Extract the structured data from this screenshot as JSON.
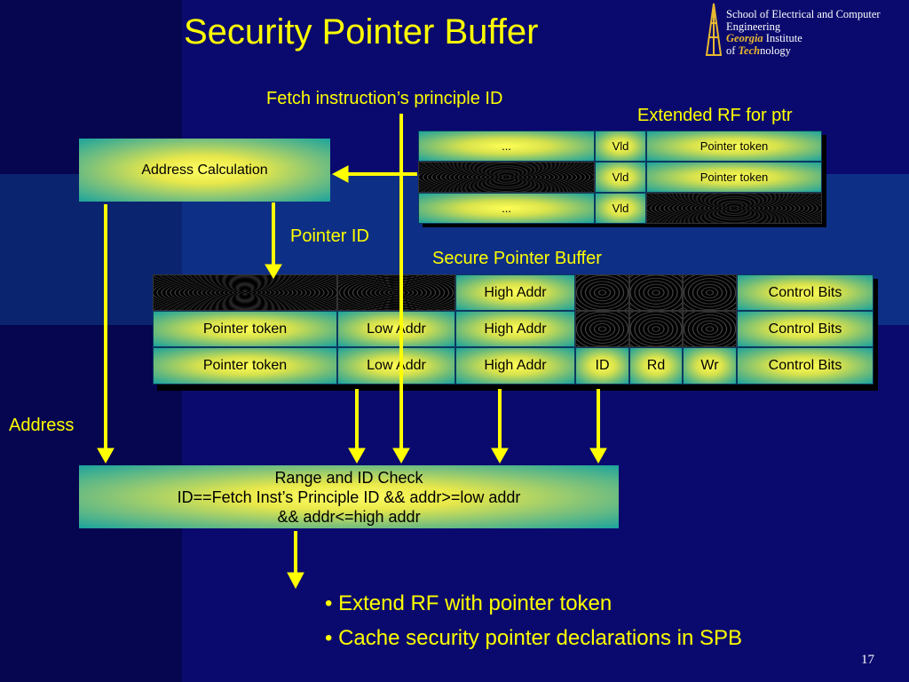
{
  "slide": {
    "title": "Security Pointer Buffer",
    "page_number": "17"
  },
  "logo": {
    "line1": "School of Electrical and Computer",
    "line2": "Engineering",
    "georgia": "Georgia",
    "institute": " Institute",
    "of": "of ",
    "tech": "Tech",
    "nology": "nology"
  },
  "labels": {
    "fetch": "Fetch instruction’s principle ID",
    "extended_rf": "Extended RF for ptr",
    "pointer_id": "Pointer ID",
    "spb": "Secure Pointer Buffer",
    "address": "Address"
  },
  "address_calc": "Address Calculation",
  "rf": {
    "rows": [
      {
        "a": "...",
        "b": "Vld",
        "c": "Pointer token"
      },
      {
        "a": "",
        "b": "Vld",
        "c": "Pointer token"
      },
      {
        "a": "...",
        "b": "Vld",
        "c": ""
      }
    ]
  },
  "spb": {
    "rows": [
      {
        "token": "",
        "low": "",
        "high": "High Addr",
        "id": "",
        "rd": "",
        "wr": "",
        "ctrl": "Control Bits"
      },
      {
        "token": "Pointer token",
        "low": "Low Addr",
        "high": "High Addr",
        "id": "",
        "rd": "",
        "wr": "",
        "ctrl": "Control Bits"
      },
      {
        "token": "Pointer token",
        "low": "Low Addr",
        "high": "High Addr",
        "id": "ID",
        "rd": "Rd",
        "wr": "Wr",
        "ctrl": "Control Bits"
      }
    ]
  },
  "check": {
    "line1": "Range and ID Check",
    "line2": "ID==Fetch Inst’s Principle ID && addr>=low addr",
    "line3": "&& addr<=high addr"
  },
  "bullets": [
    "Extend RF with pointer token",
    "Cache security pointer declarations in SPB"
  ],
  "colors": {
    "background": "#0a0a6e",
    "text_accent": "#ffff00",
    "box_teal": "#1aa39e",
    "box_yellow": "#ffff55"
  }
}
